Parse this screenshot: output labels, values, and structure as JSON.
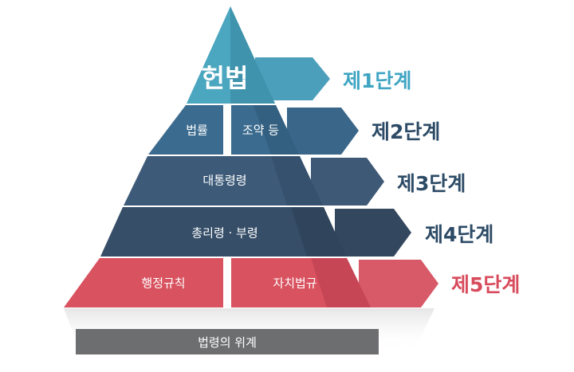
{
  "colors": {
    "teal": "#4aa4bd",
    "steel_blue": "#3b6a8d",
    "slate_blue": "#3d5a78",
    "navy": "#364d67",
    "rose": "#d64f5e",
    "stage_dark": "#2d4b66",
    "stage_rose": "#d84b5c",
    "stage_teal": "#3fa5c3",
    "caption_bg": "#6d6e70"
  },
  "pyramid": {
    "tiers": [
      {
        "level": 1,
        "label": "헌법",
        "stage": "제1단계",
        "color": "teal"
      },
      {
        "level": 2,
        "label_left": "법률",
        "label_right": "조약 등",
        "stage": "제2단계",
        "color": "steel_blue"
      },
      {
        "level": 3,
        "label": "대통령령",
        "stage": "제3단계",
        "color": "slate_blue"
      },
      {
        "level": 4,
        "label": "총리령 · 부령",
        "stage": "제4단계",
        "color": "navy"
      },
      {
        "level": 5,
        "label_left": "행정규칙",
        "label_right": "자치법규",
        "stage": "제5단계",
        "color": "rose"
      }
    ]
  },
  "caption": "법령의 위계"
}
